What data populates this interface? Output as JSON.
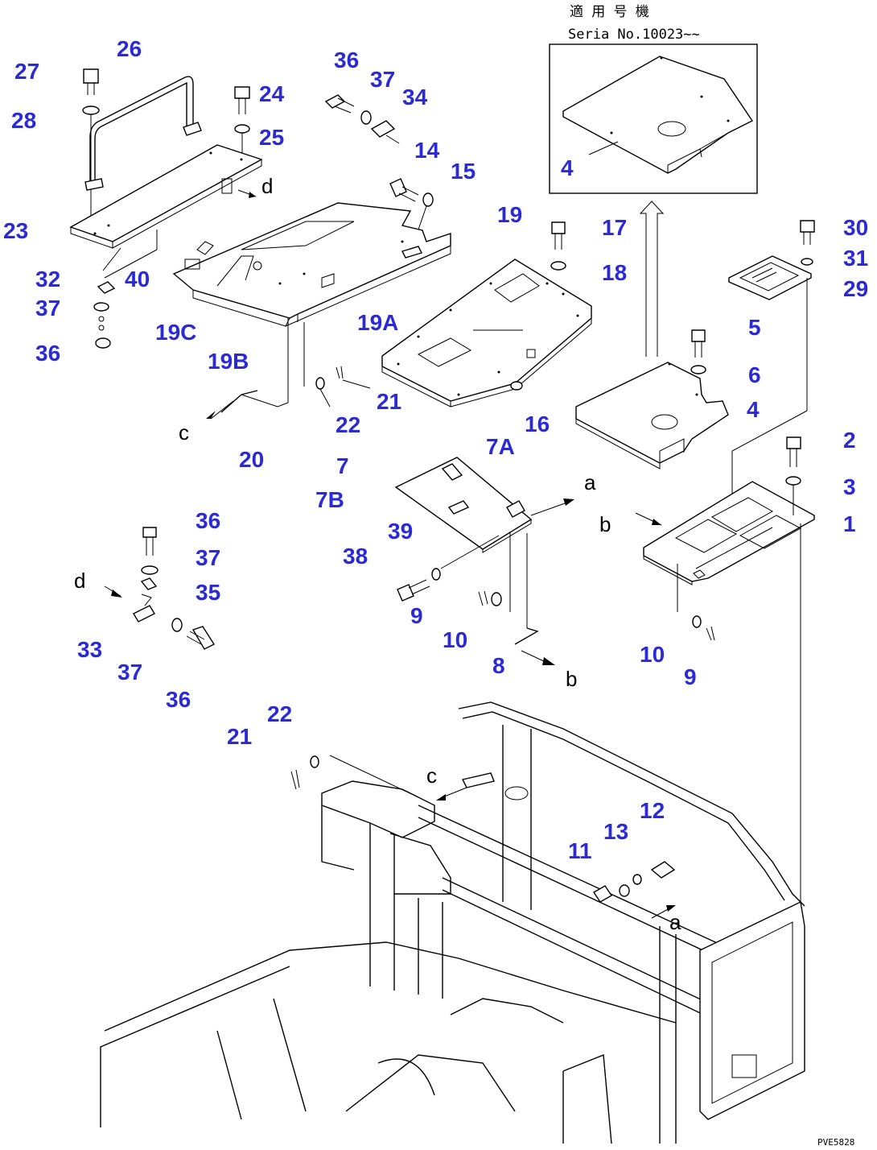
{
  "inset": {
    "note_line1": "適 用 号 機",
    "note_line2": "Seria  No.10023~~"
  },
  "callouts": {
    "c27": "27",
    "c26": "26",
    "c28": "28",
    "c24": "24",
    "c25": "25",
    "c36a": "36",
    "c37a": "37",
    "c34": "34",
    "c14": "14",
    "c15": "15",
    "c19": "19",
    "c23": "23",
    "c32": "32",
    "c40": "40",
    "c37b": "37",
    "c36b": "36",
    "c19C": "19C",
    "c19B": "19B",
    "c19A": "19A",
    "c17": "17",
    "c18": "18",
    "c16": "16",
    "c21a": "21",
    "c22a": "22",
    "c20": "20",
    "c4a": "4",
    "c4b": "4",
    "c30": "30",
    "c31": "31",
    "c29": "29",
    "c5": "5",
    "c6": "6",
    "c2": "2",
    "c3": "3",
    "c1": "1",
    "c7": "7",
    "c7A": "7A",
    "c7B": "7B",
    "c39": "39",
    "c38": "38",
    "c9a": "9",
    "c10a": "10",
    "c8": "8",
    "c10b": "10",
    "c9b": "9",
    "c36c": "36",
    "c37c": "37",
    "c35": "35",
    "c33": "33",
    "c37d": "37",
    "c36d": "36",
    "c22b": "22",
    "c21b": "21",
    "c12": "12",
    "c13": "13",
    "c11": "11"
  },
  "letters": {
    "d1": "d",
    "c1": "c",
    "a1": "a",
    "b1": "b",
    "d2": "d",
    "b2": "b",
    "c2": "c",
    "a2": "a"
  },
  "drawing_code": "PVE5828"
}
